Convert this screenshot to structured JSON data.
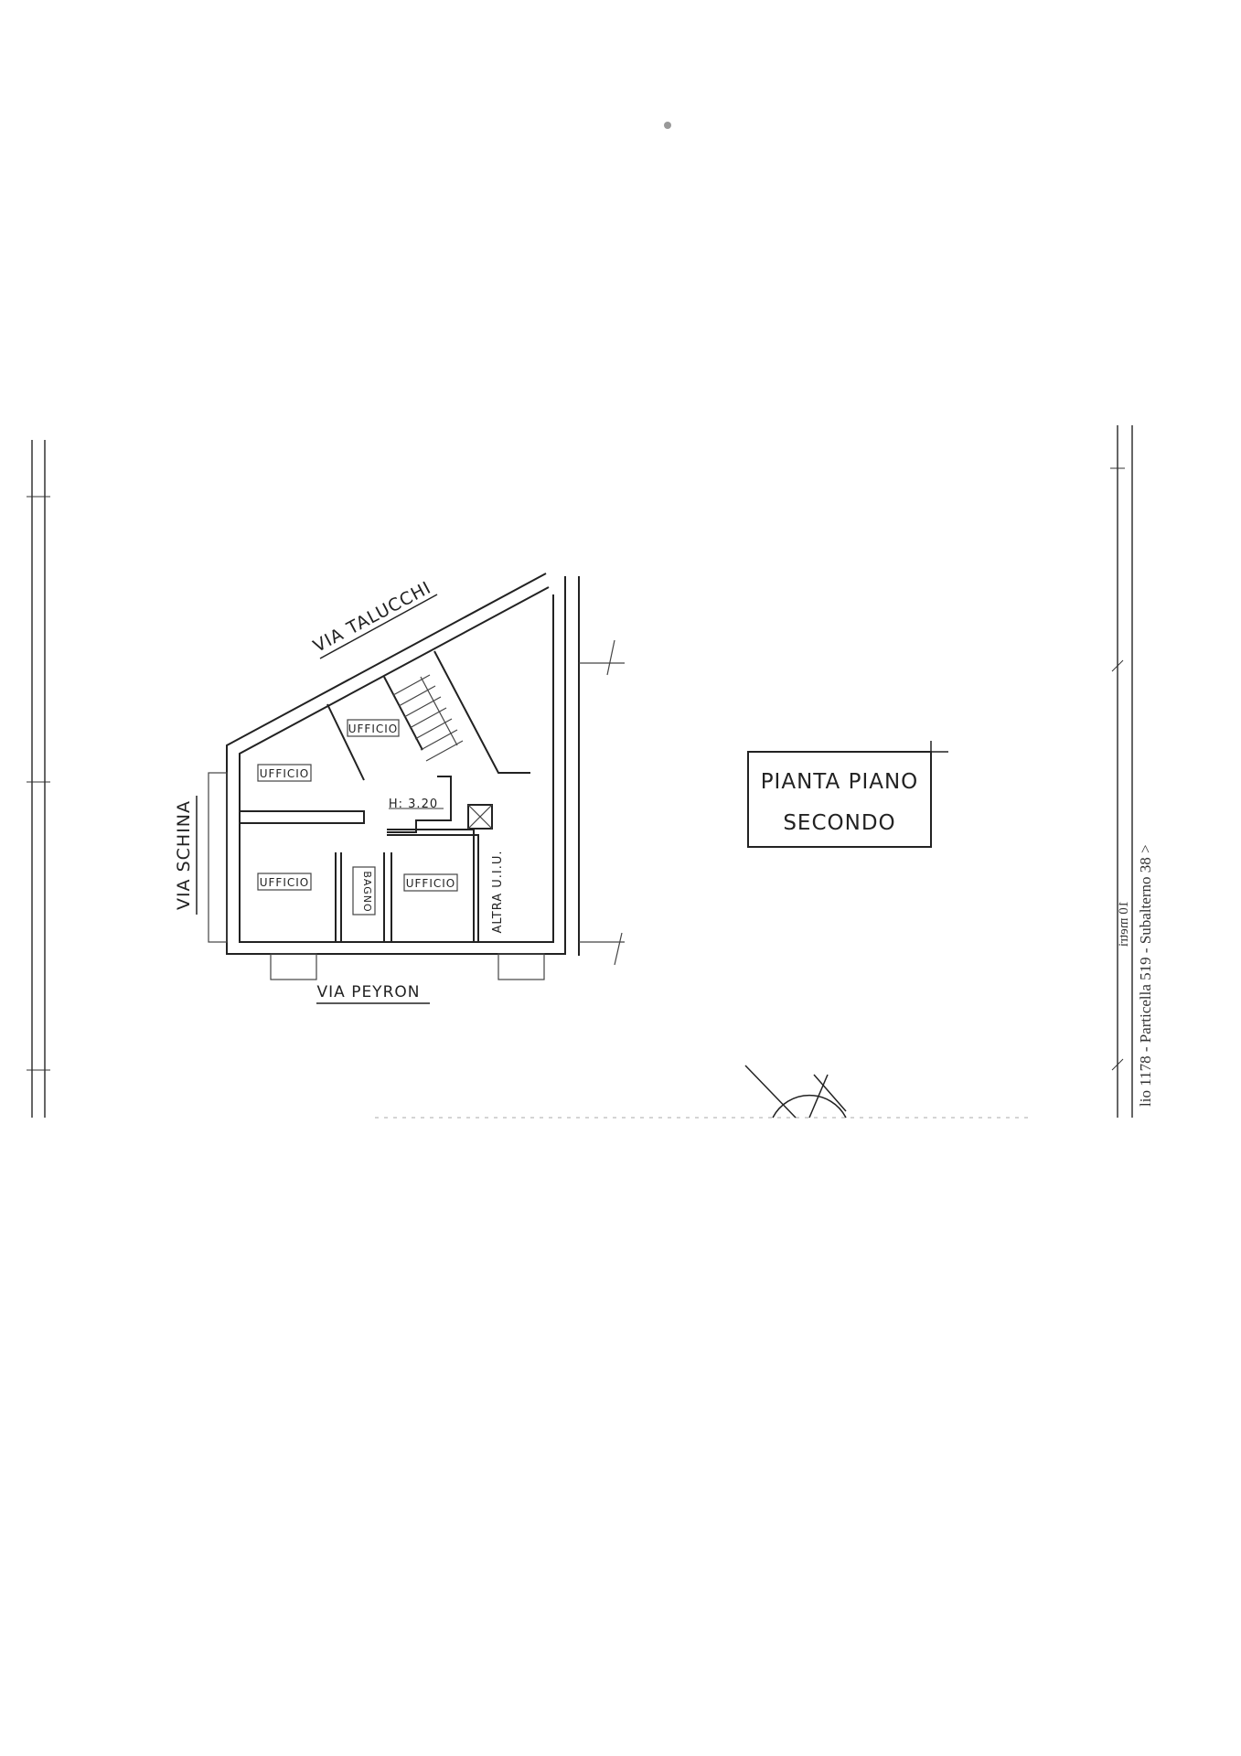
{
  "title": {
    "line1": "PIANTA PIANO",
    "line2": "SECONDO"
  },
  "streets": {
    "north": "VIA TALUCCHI",
    "west": "VIA SCHINA",
    "south": "VIA PEYRON"
  },
  "rooms": [
    {
      "label": "UFFICIO"
    },
    {
      "label": "UFFICIO"
    },
    {
      "label": "UFFICIO"
    },
    {
      "label": "BAGNO"
    },
    {
      "label": "UFFICIO"
    },
    {
      "label": "ALTRA U.I.U."
    }
  ],
  "height_label": "H: 3.20",
  "margin_text": {
    "reference": "lio 1178 - Particella 519 - Subalterno 38 >",
    "scale": "10 metri"
  }
}
